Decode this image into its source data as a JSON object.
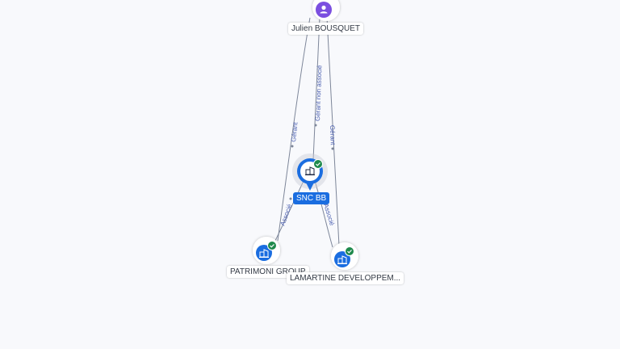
{
  "nodes": {
    "person": {
      "label": "Julien BOUSQUET",
      "icon": "person-icon",
      "color": "#7b4fe0"
    },
    "snc": {
      "label": "SNC BB",
      "icon": "company-icon",
      "color": "#1a6de0",
      "verified": true
    },
    "patrimoni": {
      "label": "PATRIMONI GROUP",
      "icon": "company-icon",
      "color": "#1a6de0",
      "verified": true
    },
    "lamartine": {
      "label": "LAMARTINE DEVELOPPEM...",
      "icon": "company-icon",
      "color": "#1a6de0",
      "verified": true
    }
  },
  "edges": {
    "gerant_patrimoni": "Gérant",
    "gerant_non_associe": "Gérant non associé",
    "gerant_lamartine": "Gérant",
    "associe_patrimoni": "Associé",
    "associe_lamartine": "Associé"
  },
  "colors": {
    "edge": "#7d8699",
    "edge_label": "#4a5fb0",
    "check": "#1f8a4c",
    "selected_label_bg": "#1a6de0"
  }
}
